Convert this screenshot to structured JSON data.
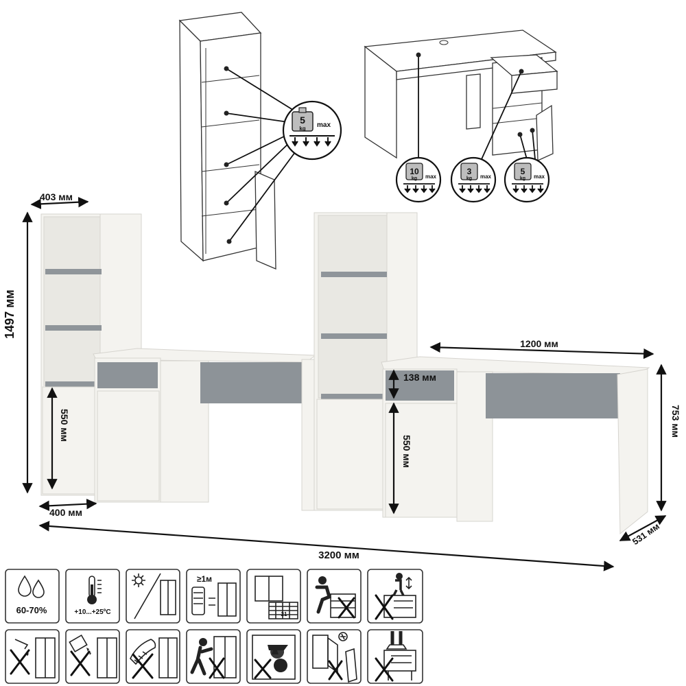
{
  "dimensions": {
    "shelf_width": "403 мм",
    "total_height": "1497 мм",
    "door_height_left": "550 мм",
    "depth_bottom": "400 мм",
    "desk_width": "1200 мм",
    "drawer_height": "138 мм",
    "door_height_right": "550 мм",
    "desk_height": "753 мм",
    "desk_depth": "531 мм",
    "total_width": "3200 мм"
  },
  "load_limits": {
    "bookcase_shelf": {
      "value": "5",
      "unit": "kg",
      "suffix": "max"
    },
    "desk_top": {
      "value": "10",
      "unit": "kg",
      "suffix": "max"
    },
    "desk_drawer": {
      "value": "3",
      "unit": "kg",
      "suffix": "max"
    },
    "desk_shelf": {
      "value": "5",
      "unit": "kg",
      "suffix": "max"
    }
  },
  "care_icons": {
    "humidity": "60-70%",
    "temperature": "+10...+25ºC",
    "distance": "≥1м",
    "puzzle_number": "21"
  },
  "colors": {
    "board_white": "#f4f3ef",
    "accent_grey": "#8d9398",
    "line": "#111111"
  }
}
